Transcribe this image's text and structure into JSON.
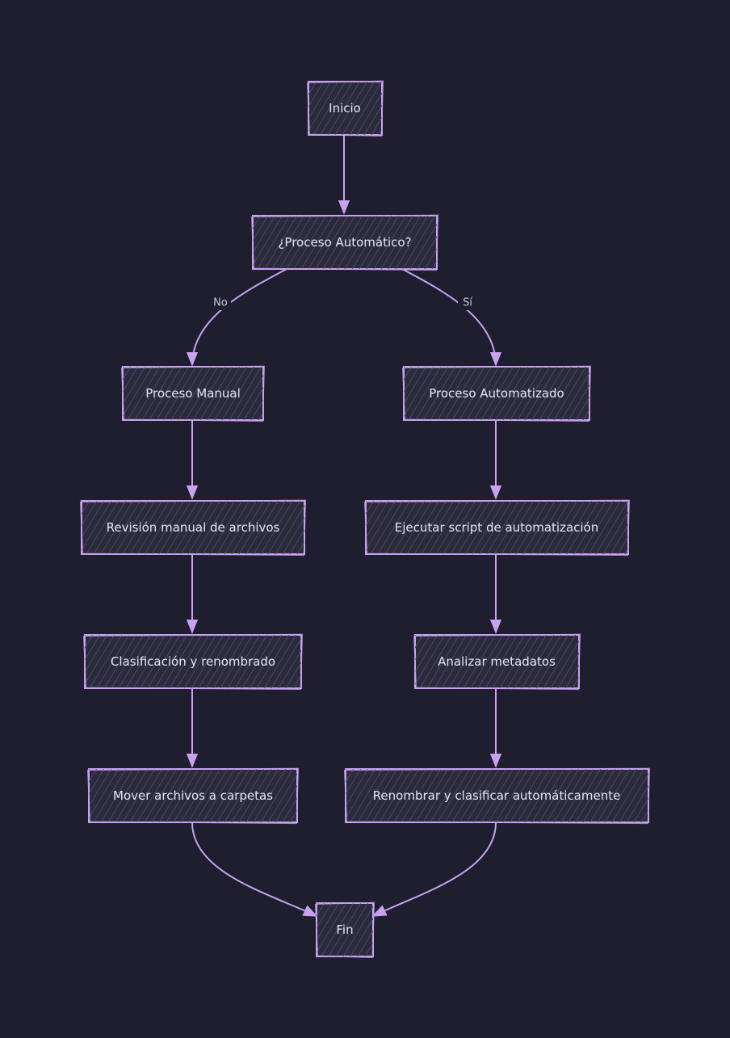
{
  "diagram": {
    "nodes": {
      "inicio": "Inicio",
      "decision": "¿Proceso Automático?",
      "manual": "Proceso Manual",
      "automatizado": "Proceso Automatizado",
      "revision": "Revisión manual de archivos",
      "ejecutar": "Ejecutar script de automatización",
      "clasificacion": "Clasificación y renombrado",
      "analizar": "Analizar metadatos",
      "mover": "Mover archivos a carpetas",
      "renombrar": "Renombrar y clasificar automáticamente",
      "fin": "Fin"
    },
    "edge_labels": {
      "no": "No",
      "si": "Sí"
    },
    "colors": {
      "background": "#1e1e2e",
      "node_fill": "#2b2b3d",
      "stroke": "#c8a2f0",
      "text": "#e6e6ee"
    }
  }
}
